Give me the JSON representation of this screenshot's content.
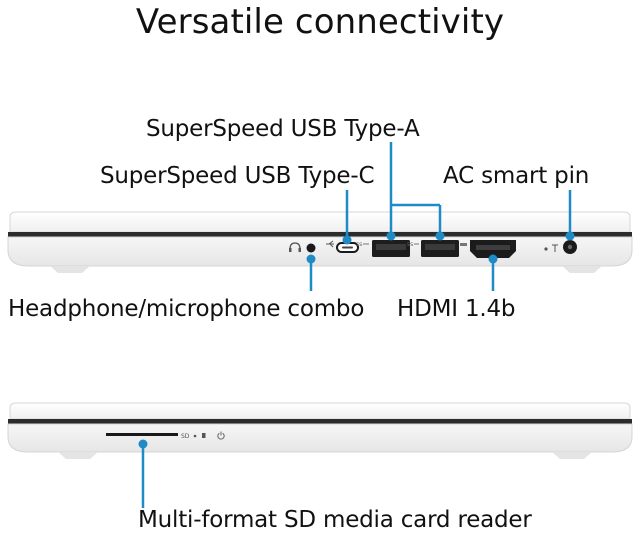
{
  "title": "Versatile connectivity",
  "labels": {
    "usb_a": "SuperSpeed USB Type-A",
    "usb_c": "SuperSpeed USB Type-C",
    "ac_pin": "AC smart pin",
    "headphone": "Headphone/microphone combo",
    "hdmi": "HDMI 1.4b",
    "sd_reader": "Multi-format SD media card reader"
  },
  "colors": {
    "accent": "#1f8bc6",
    "laptop_body": "#f2f2f2",
    "laptop_seam": "#2c2c2c"
  },
  "icons": {
    "headphone": "headphone-icon",
    "usb_c": "usb-symbol-icon",
    "usb_a": "usb-ss-icon",
    "hdmi": "hdmi-icon",
    "power_led": "power-led-icon",
    "sd": "sd-card-icon",
    "power": "power-icon"
  },
  "markings": {
    "sd": "SD"
  }
}
